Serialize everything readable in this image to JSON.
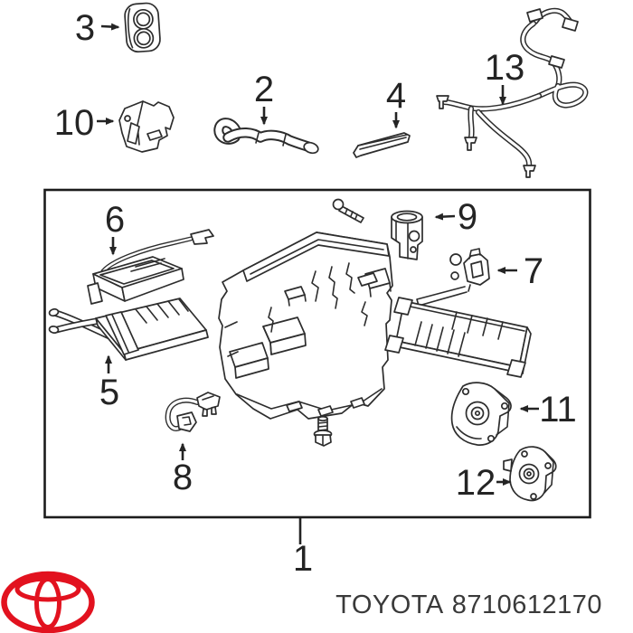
{
  "diagram": {
    "callouts": {
      "c1": "1",
      "c2": "2",
      "c3": "3",
      "c4": "4",
      "c5": "5",
      "c6": "6",
      "c7": "7",
      "c8": "8",
      "c9": "9",
      "c10": "10",
      "c11": "11",
      "c12": "12",
      "c13": "13"
    }
  },
  "footer": {
    "brand": "TOYOTA",
    "part_number": "8710612170"
  },
  "logo": {
    "icon": "toyota-logo"
  },
  "colors": {
    "line": "#2d2d2d",
    "background": "#ffffff",
    "logo_red": "#e2121f",
    "label_text": "#242424",
    "footer_text": "#3a3a3a"
  }
}
